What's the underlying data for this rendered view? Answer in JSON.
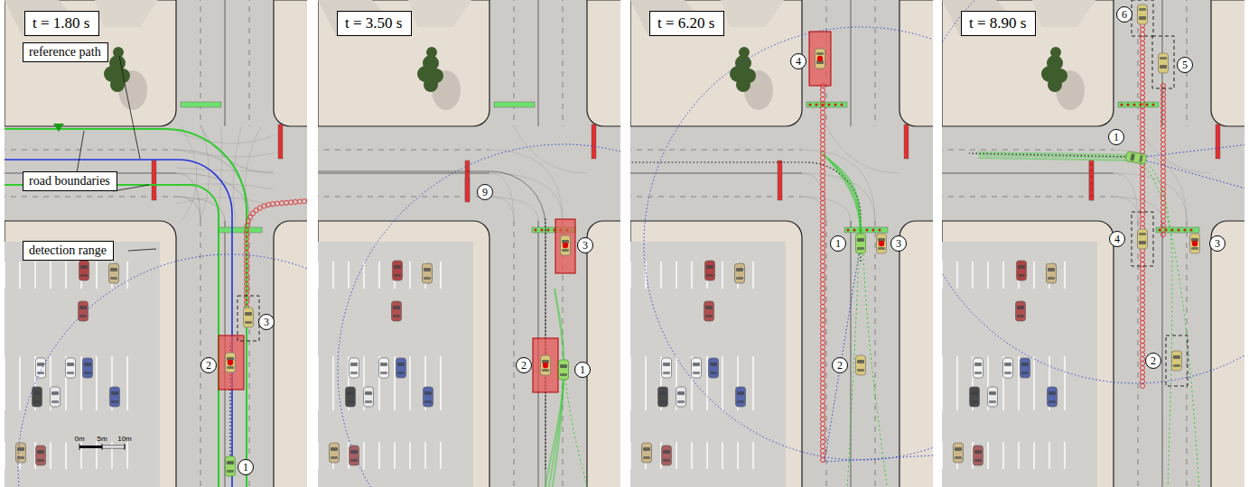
{
  "diagram": {
    "nodes": [
      {
        "text": [
          "t = 1.80 s"
        ]
      },
      {
        "text": [
          "reference path"
        ]
      },
      {
        "text": [
          "road boundaries"
        ]
      },
      {
        "text": [
          "detection range"
        ]
      },
      {
        "text": [
          "t = 3.50 s"
        ]
      },
      {
        "text": [
          "t = 6.20 s"
        ]
      },
      {
        "text": [
          "t = 8.90 s"
        ]
      }
    ],
    "labels": [
      "1",
      "2",
      "3",
      "0m",
      "5m",
      "10m",
      "9",
      "3",
      "2",
      "1",
      "4",
      "1",
      "3",
      "2",
      "6",
      "5",
      "1",
      "4",
      "3",
      "2"
    ]
  }
}
